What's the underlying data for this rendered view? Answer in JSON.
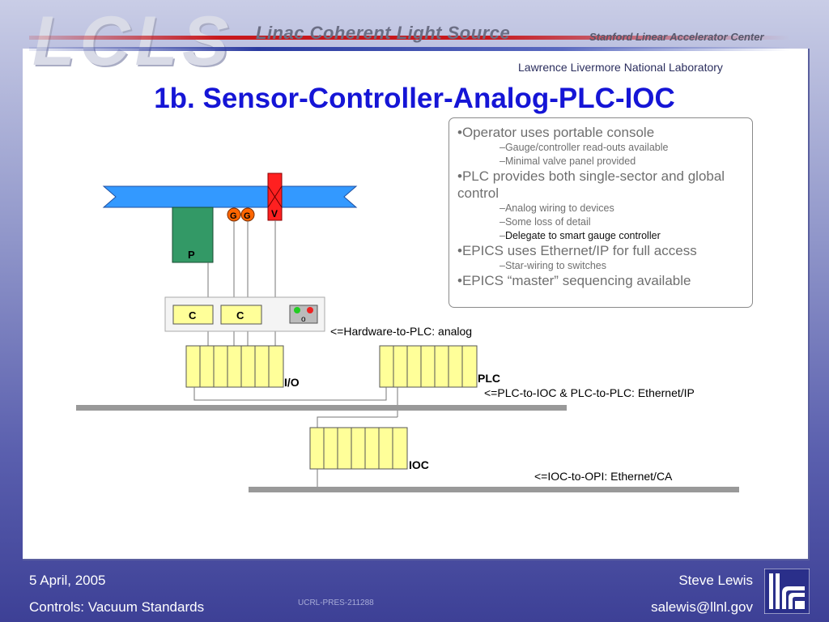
{
  "header": {
    "logo": "LCLS",
    "title": "Linac Coherent Light Source",
    "slac": "Stanford Linear Accelerator Center",
    "llnl": "Lawrence Livermore National Laboratory"
  },
  "slide_title": "1b. Sensor-Controller-Analog-PLC-IOC",
  "bullets": {
    "b1": "•Operator uses portable console",
    "b1_sub1": "–Gauge/controller read-outs available",
    "b1_sub2": "–Minimal valve panel provided",
    "b2": "•PLC provides both single-sector and global control",
    "b2_sub1": "–Analog wiring to devices",
    "b2_sub2": "–Some loss of detail",
    "b2_sub3_dash": "–",
    "b2_sub3": "Delegate to smart gauge controller",
    "b3": "•EPICS uses Ethernet/IP for full access",
    "b3_sub1": "–Star-wiring to switches",
    "b4": "•EPICS “master” sequencing available"
  },
  "diagram": {
    "pump_label": "P",
    "gauge1": "G",
    "gauge2": "G",
    "valve_label": "V",
    "controller1": "C",
    "controller2": "C",
    "console_label": "o",
    "io_label": "I/O",
    "plc_label": "PLC",
    "ioc_label": "IOC",
    "note_analog": "<=Hardware-to-PLC: analog",
    "note_ethernet_ip": "<=PLC-to-IOC & PLC-to-PLC: Ethernet/IP",
    "note_ethernet_ca": "<=IOC-to-OPI: Ethernet/CA",
    "colors": {
      "beampipe": "#3399ff",
      "pump": "#339966",
      "gauge": "#ff6600",
      "valve": "#ff0000",
      "module": "#ffff99",
      "network": "#999999"
    }
  },
  "footer": {
    "date": "5 April, 2005",
    "subject": "Controls: Vacuum Standards",
    "doc_id": "UCRL-PRES-211288",
    "author": "Steve Lewis",
    "email": "salewis@llnl.gov"
  }
}
